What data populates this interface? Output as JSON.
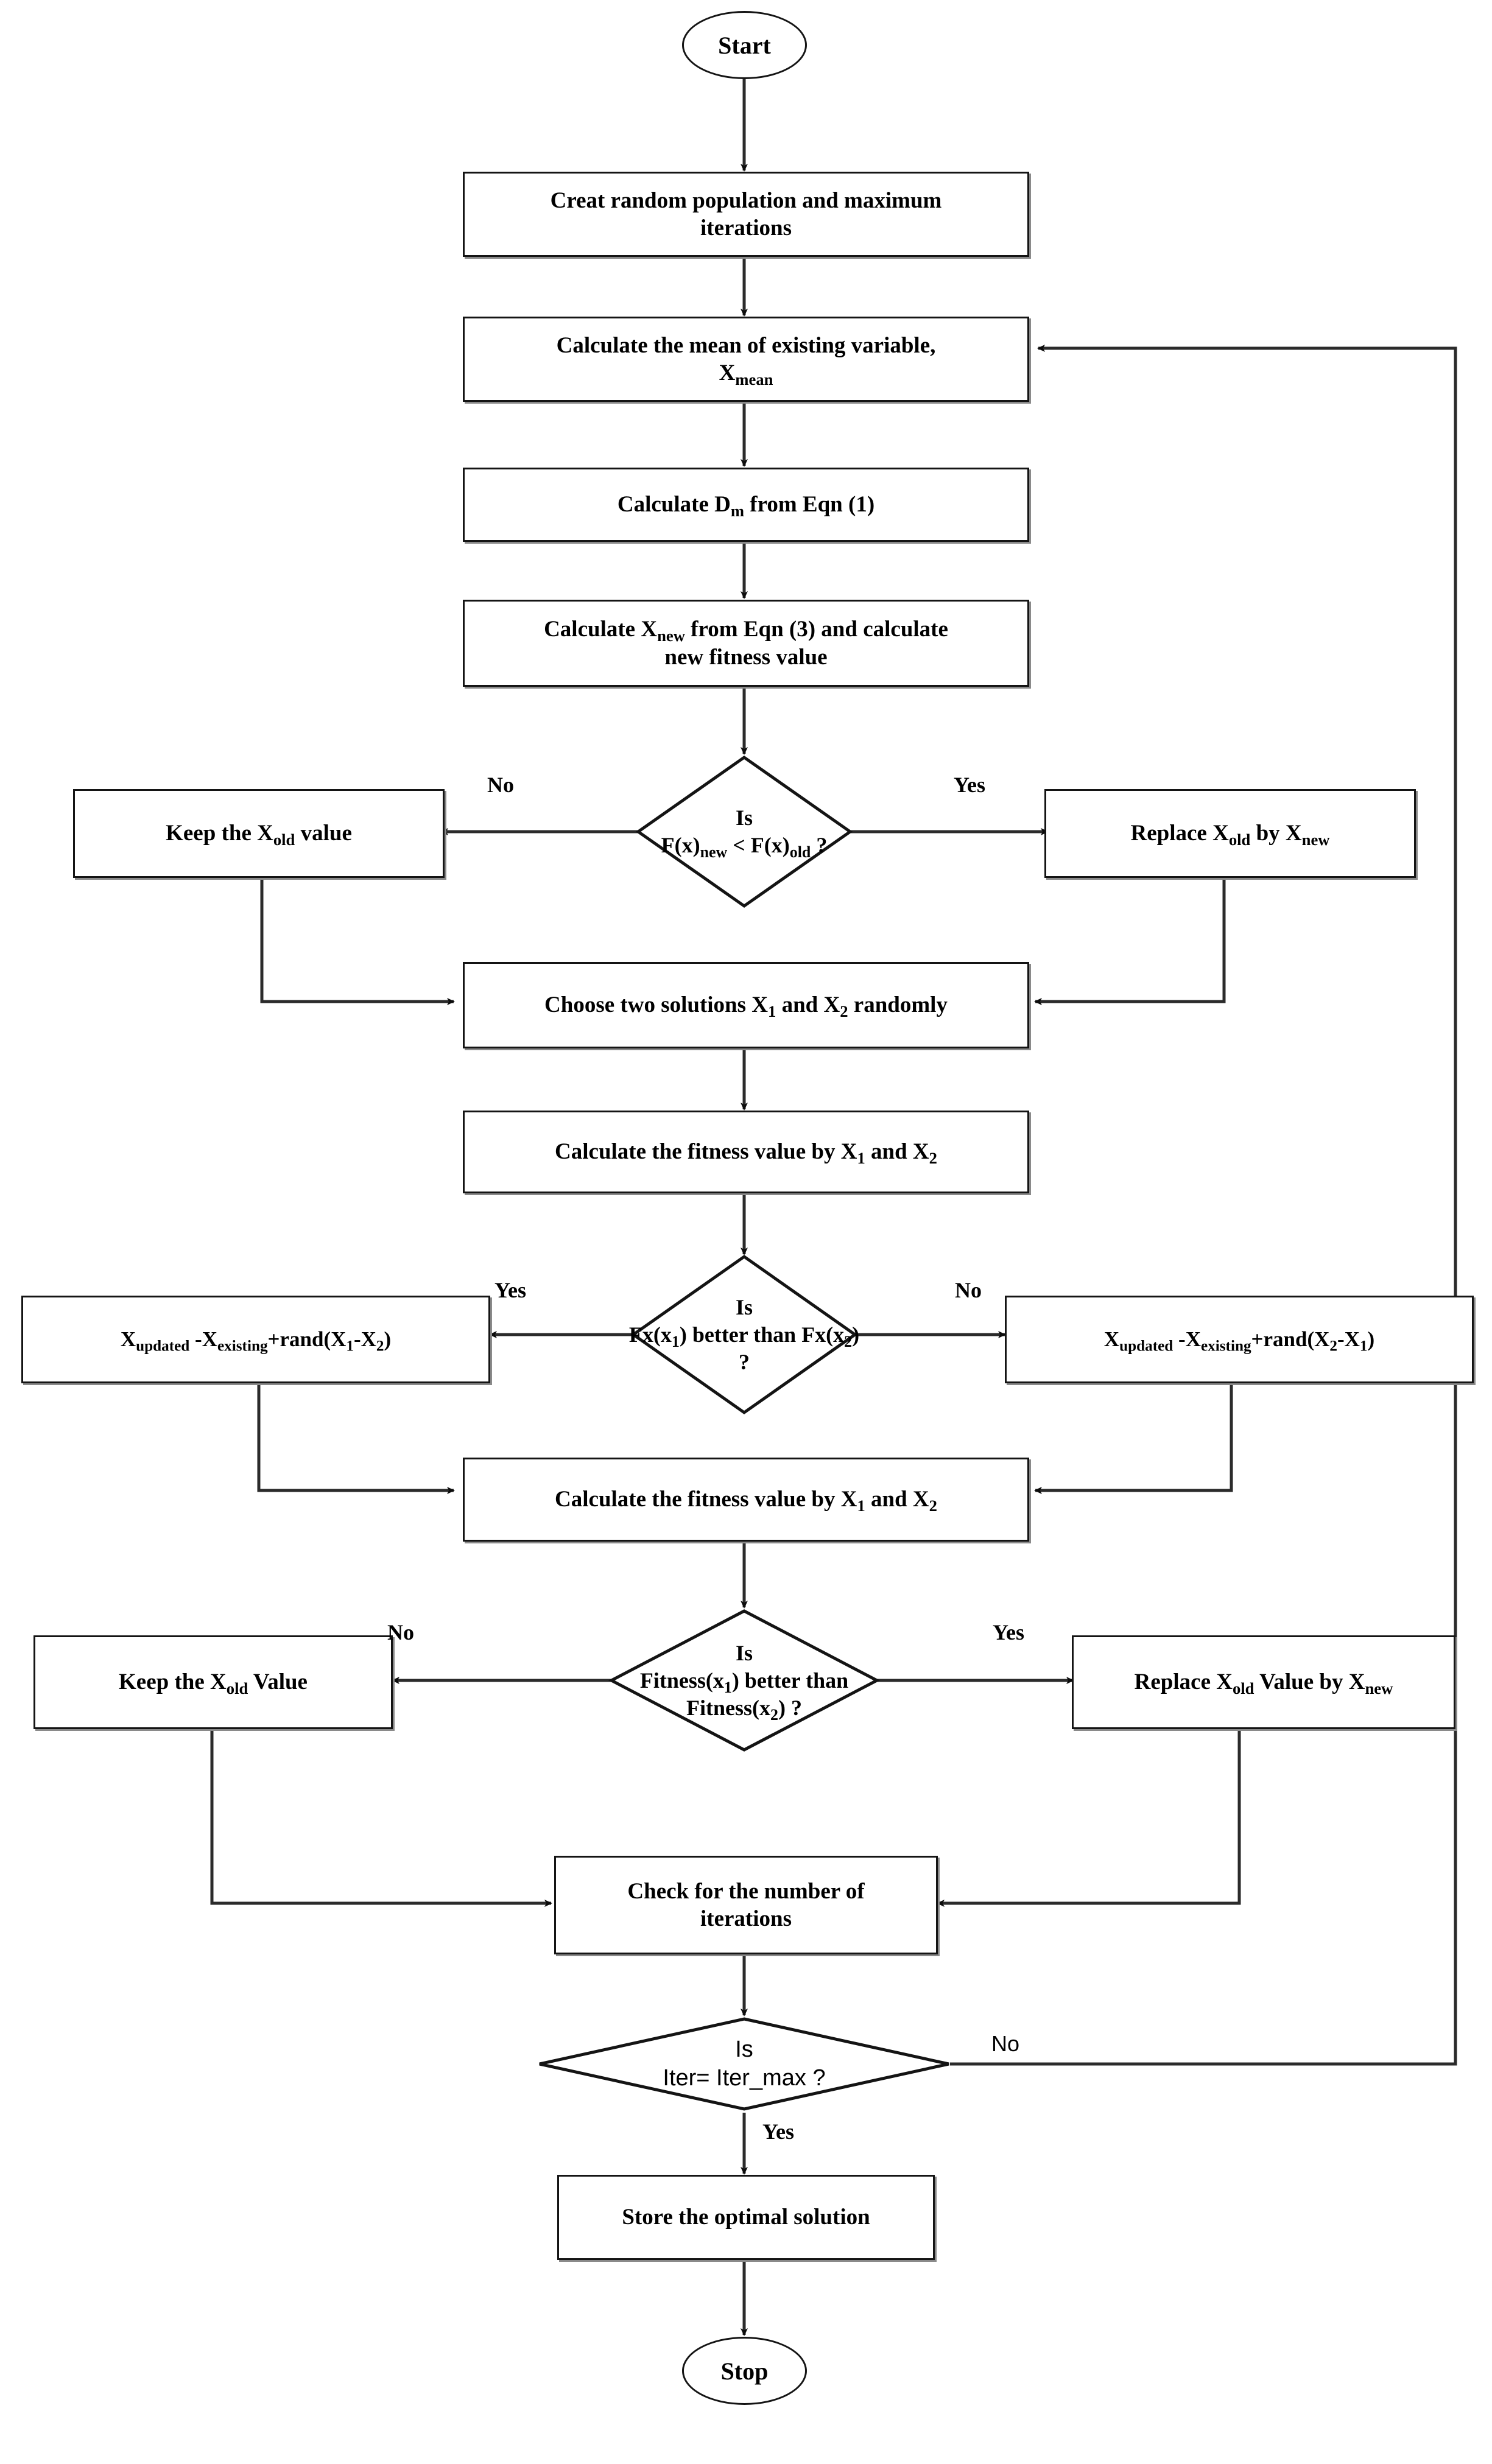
{
  "diagram": {
    "title": "Flowchart of the optimization algorithm",
    "type": "flowchart",
    "background": "#ffffff",
    "stroke_color": "#141414",
    "shadow_color": "#8a8a8a",
    "text_color": "#000000"
  },
  "nodes": {
    "start": {
      "label": "Start",
      "shape": "terminator"
    },
    "init": {
      "line1": "Creat random population and  maximum",
      "line2": "iterations",
      "shape": "process"
    },
    "mean": {
      "line1": "Calculate the mean of existing variable,",
      "line2_pre": "X",
      "line2_sub": "mean",
      "shape": "process"
    },
    "dm": {
      "pre": "Calculate D",
      "sub": "m",
      "post": " from Eqn (1)",
      "shape": "process"
    },
    "xnew": {
      "line1_pre": "Calculate X",
      "line1_sub": "new",
      "line1_post": " from Eqn (3) and calculate",
      "line2": "new fitness value",
      "shape": "process"
    },
    "dec1": {
      "line1": "Is",
      "line2_a": "F(x)",
      "line2_a_sub": "new",
      "line2_b": " <  F(x)",
      "line2_b_sub": "old",
      "line2_c": " ?",
      "shape": "decision"
    },
    "keep_old_value": {
      "pre": "Keep the X",
      "sub": "old",
      "post": " value",
      "shape": "process"
    },
    "replace_old": {
      "pre": "Replace X",
      "sub": "old",
      "mid": " by X",
      "sub2": "new",
      "shape": "process"
    },
    "choose_two": {
      "pre": "Choose two solutions X",
      "sub": "1",
      "mid": " and X",
      "sub2": "2",
      "post": " randomly",
      "shape": "process"
    },
    "fitness1": {
      "pre": "Calculate the fitness value by X",
      "sub": "1",
      "mid": " and X",
      "sub2": "2",
      "shape": "process"
    },
    "dec2": {
      "line1": "Is",
      "line2_a": "Fx(x",
      "line2_a_sub": "1",
      "line2_b": ") better than  Fx(x",
      "line2_b_sub": "2",
      "line2_c": ") ?",
      "shape": "decision"
    },
    "upd_left": {
      "pre": "X",
      "sub": "updated",
      "mid": " -X",
      "sub2": "existing",
      "mid2": "+rand(X",
      "sub3": "1",
      "mid3": "-X",
      "sub4": "2",
      "post": ")",
      "shape": "process"
    },
    "upd_right": {
      "pre": "X",
      "sub": "updated",
      "mid": " -X",
      "sub2": "existing",
      "mid2": "+rand(X",
      "sub3": "2",
      "mid3": "-X",
      "sub4": "1",
      "post": ")",
      "shape": "process"
    },
    "fitness2": {
      "pre": "Calculate the fitness value by X",
      "sub": "1",
      "mid": " and X",
      "sub2": "2",
      "shape": "process"
    },
    "dec3": {
      "line1": "Is",
      "line2_a": "Fitness(x",
      "line2_a_sub": "1",
      "line2_b": ") better than  Fitness(x",
      "line2_b_sub": "2",
      "line2_c": ") ?",
      "shape": "decision"
    },
    "keep_old_value2": {
      "pre": "Keep the X",
      "sub": "old",
      "post": " Value",
      "shape": "process"
    },
    "replace_old2": {
      "pre": "Replace X",
      "sub": "old",
      "mid": " Value by X",
      "sub2": "new",
      "shape": "process"
    },
    "check_iter": {
      "line1": "Check for the number of",
      "line2": "iterations",
      "shape": "process"
    },
    "dec4": {
      "line1": "Is",
      "line2": "Iter= Iter_max ?",
      "shape": "decision"
    },
    "store": {
      "label": "Store the optimal solution",
      "shape": "process"
    },
    "stop": {
      "label": "Stop",
      "shape": "terminator"
    }
  },
  "edge_labels": {
    "dec1_no": "No",
    "dec1_yes": "Yes",
    "dec2_yes": "Yes",
    "dec2_no": "No",
    "dec3_no": "No",
    "dec3_yes": "Yes",
    "dec4_no": "No",
    "dec4_yes": "Yes"
  },
  "flow_edges": [
    {
      "from": "start",
      "to": "init",
      "label": ""
    },
    {
      "from": "init",
      "to": "mean",
      "label": ""
    },
    {
      "from": "mean",
      "to": "dm",
      "label": ""
    },
    {
      "from": "dm",
      "to": "xnew",
      "label": ""
    },
    {
      "from": "xnew",
      "to": "dec1",
      "label": ""
    },
    {
      "from": "dec1",
      "to": "keep_old_value",
      "label": "No"
    },
    {
      "from": "dec1",
      "to": "replace_old",
      "label": "Yes"
    },
    {
      "from": "keep_old_value",
      "to": "choose_two",
      "label": ""
    },
    {
      "from": "replace_old",
      "to": "choose_two",
      "label": ""
    },
    {
      "from": "choose_two",
      "to": "fitness1",
      "label": ""
    },
    {
      "from": "fitness1",
      "to": "dec2",
      "label": ""
    },
    {
      "from": "dec2",
      "to": "upd_left",
      "label": "Yes"
    },
    {
      "from": "dec2",
      "to": "upd_right",
      "label": "No"
    },
    {
      "from": "upd_left",
      "to": "fitness2",
      "label": ""
    },
    {
      "from": "upd_right",
      "to": "fitness2",
      "label": ""
    },
    {
      "from": "fitness2",
      "to": "dec3",
      "label": ""
    },
    {
      "from": "dec3",
      "to": "keep_old_value2",
      "label": "No"
    },
    {
      "from": "dec3",
      "to": "replace_old2",
      "label": "Yes"
    },
    {
      "from": "keep_old_value2",
      "to": "check_iter",
      "label": ""
    },
    {
      "from": "replace_old2",
      "to": "check_iter",
      "label": ""
    },
    {
      "from": "check_iter",
      "to": "dec4",
      "label": ""
    },
    {
      "from": "dec4",
      "to": "mean",
      "label": "No"
    },
    {
      "from": "dec4",
      "to": "store",
      "label": "Yes"
    },
    {
      "from": "store",
      "to": "stop",
      "label": ""
    }
  ]
}
